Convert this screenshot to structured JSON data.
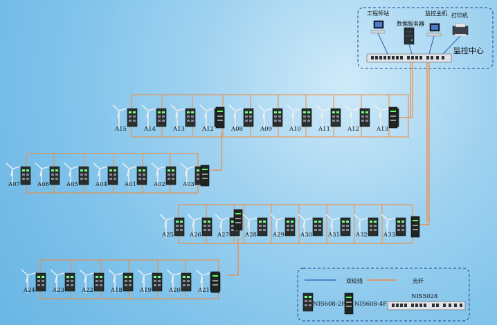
{
  "colors": {
    "twisted_pair": "#3b6fb6",
    "fiber": "#f08a3c"
  },
  "monitoring_center": {
    "title": "监控中心",
    "devices": [
      {
        "label": "工程师站",
        "icon": "workstation-icon"
      },
      {
        "label": "数据服务器",
        "icon": "server-icon"
      },
      {
        "label": "监控主机",
        "icon": "workstation-icon"
      },
      {
        "label": "打印机",
        "icon": "printer-icon"
      }
    ]
  },
  "rows": [
    {
      "labels": [
        "A15",
        "A14",
        "A13",
        "A12",
        "A08",
        "A09",
        "A10",
        "A11",
        "A12",
        "A13"
      ]
    },
    {
      "labels": [
        "A07",
        "A06",
        "A05",
        "A04",
        "A01",
        "A02",
        "A03"
      ]
    },
    {
      "labels": [
        "A25",
        "A26",
        "A27",
        "A28",
        "A29",
        "A30",
        "A31",
        "A32",
        "A33"
      ]
    },
    {
      "labels": [
        "A24",
        "A23",
        "A22",
        "A18",
        "A19",
        "A20",
        "A21"
      ]
    }
  ],
  "legend": {
    "twisted_pair_label": "双绞线",
    "fiber_label": "光纤",
    "switch_2f_label": "NIS608-2F",
    "switch_4f_label": "NIS608-4F",
    "core_switch_label": "NIS5028"
  }
}
